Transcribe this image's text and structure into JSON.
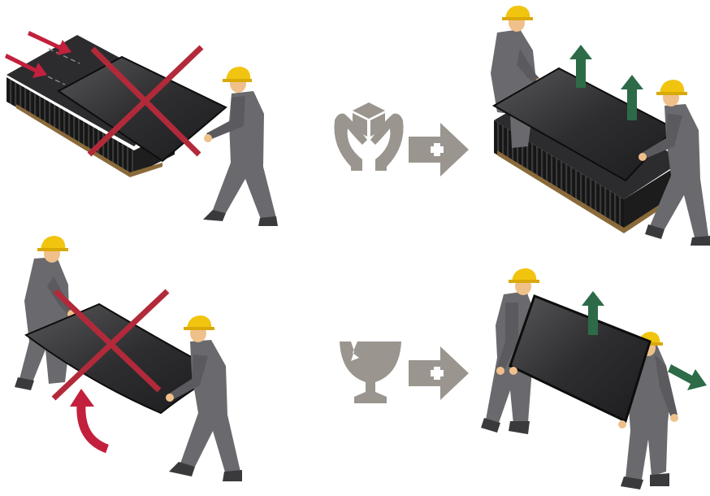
{
  "colors": {
    "background": "#ffffff",
    "prohibit_red": "#b22a3a",
    "push_red": "#c2203c",
    "ok_green": "#2d6b48",
    "symbol_gray": "#9a958e",
    "worker_gray": "#6a6a6e",
    "worker_dark": "#4a4a4f",
    "helmet_yellow": "#f1c40f",
    "skin": "#f0c08a",
    "panel_dark": "#2a2a2c",
    "panel_light": "#4a4a4c",
    "frame_black": "#0d0d0d"
  },
  "steps": [
    {
      "wrong": "one-worker-slides-panel-off-pallet",
      "symbol": "handle-with-care-icon",
      "right": "two-workers-lift-panel-vertically"
    },
    {
      "wrong": "panel-carried-flat-and-bending",
      "symbol": "fragile-glass-icon",
      "right": "two-workers-carry-panel-upright"
    }
  ]
}
